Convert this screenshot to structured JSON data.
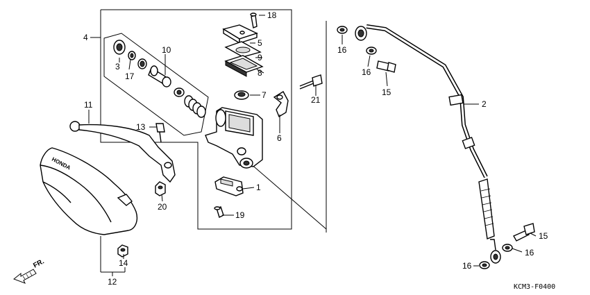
{
  "diagram": {
    "diagram_code": "KCM3-F0400",
    "direction_label": "FR.",
    "brand_mark": "HONDA",
    "callouts": {
      "p1": "1",
      "p2": "2",
      "p3": "3",
      "p4": "4",
      "p5": "5",
      "p6": "6",
      "p7": "7",
      "p8": "8",
      "p9": "9",
      "p10": "10",
      "p11": "11",
      "p12": "12",
      "p13": "13",
      "p14": "14",
      "p15a": "15",
      "p15b": "15",
      "p16a": "16",
      "p16b": "16",
      "p16c": "16",
      "p16d": "16",
      "p17": "17",
      "p18": "18",
      "p19": "19",
      "p20": "20",
      "p21": "21"
    }
  }
}
